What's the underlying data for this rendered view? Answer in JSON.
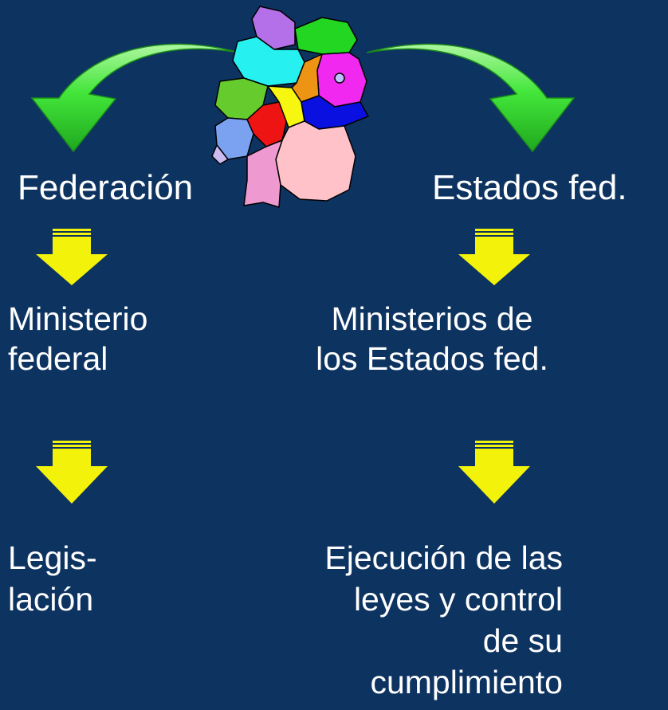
{
  "left": {
    "heading": "Federación",
    "level1": [
      "Ministerio",
      "federal"
    ],
    "level2": [
      "Legis-",
      "lación"
    ]
  },
  "right": {
    "heading": "Estados fed.",
    "level1": [
      "Ministerios de",
      "los Estados fed."
    ],
    "level2": [
      "Ejecución de las",
      "leyes y control",
      "de su",
      "cumplimiento"
    ]
  },
  "colors": {
    "background": "#0d3361",
    "curved_arrow": "#3fe63f",
    "down_arrow": "#f2f20a",
    "text": "#ffffff"
  }
}
